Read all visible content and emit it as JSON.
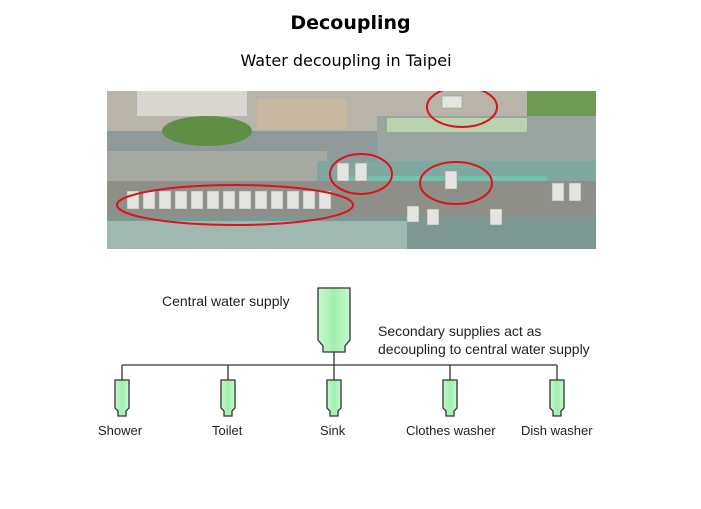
{
  "title": "Decoupling",
  "subtitle": "Water decoupling in Taipei",
  "diagram": {
    "central_label": "Central water supply",
    "note_line1": "Secondary supplies act as",
    "note_line2": "decoupling to central water supply",
    "outlets": [
      "Shower",
      "Toilet",
      "Sink",
      "Clothes washer",
      "Dish washer"
    ]
  },
  "colors": {
    "tank_fill": "#a8f0b4",
    "highlight": "#d8141c"
  }
}
